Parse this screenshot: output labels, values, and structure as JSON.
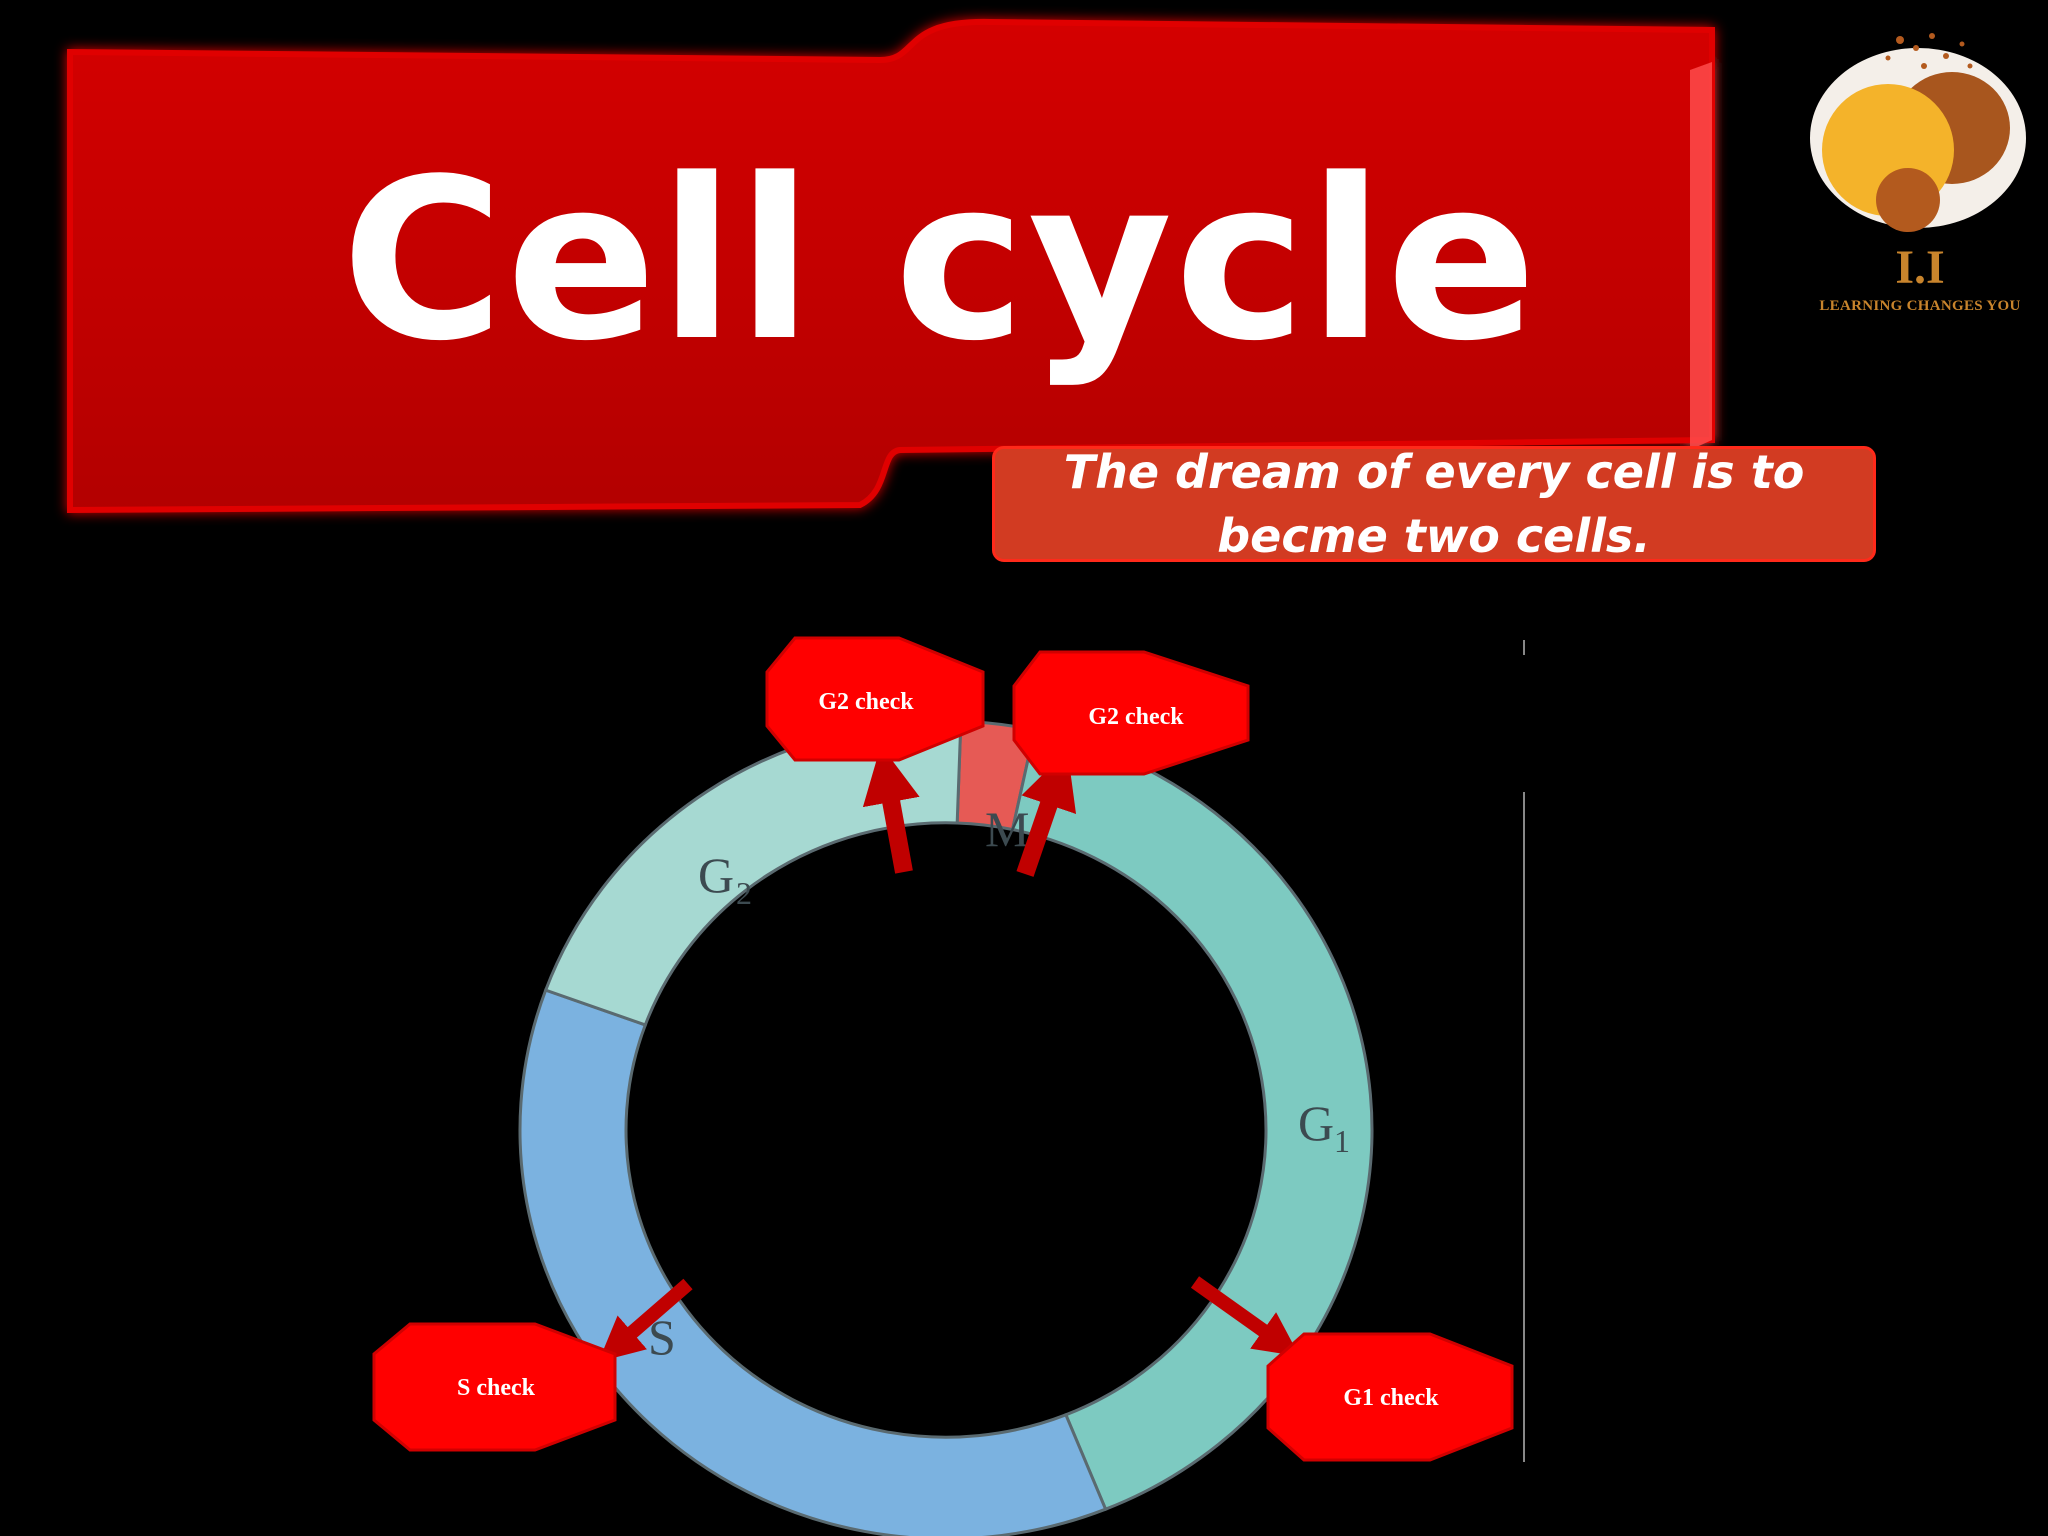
{
  "title": "Cell cycle",
  "quote": "The dream of every cell is to becme two cells.",
  "logo": {
    "mark": "I.I",
    "tagline": "LEARNING CHANGES YOU"
  },
  "diagram": {
    "phases": [
      {
        "id": "M",
        "label": "M",
        "color": "#e65a55"
      },
      {
        "id": "G1",
        "label": "G",
        "sub": "1",
        "color": "#7dcac1"
      },
      {
        "id": "S",
        "label": "S",
        "color": "#7bb2e0"
      },
      {
        "id": "G2",
        "label": "G",
        "sub": "2",
        "color": "#a6d9d2"
      }
    ],
    "checkpoints": [
      {
        "label": "G2 check"
      },
      {
        "label": "G2 check"
      },
      {
        "label": "S check"
      },
      {
        "label": "G1 check"
      }
    ]
  },
  "colors": {
    "background": "#000000",
    "banner": "#cc0000",
    "quote_box": "#d23b22",
    "checkpoint": "#ff0000",
    "arrow": "#c00000"
  }
}
